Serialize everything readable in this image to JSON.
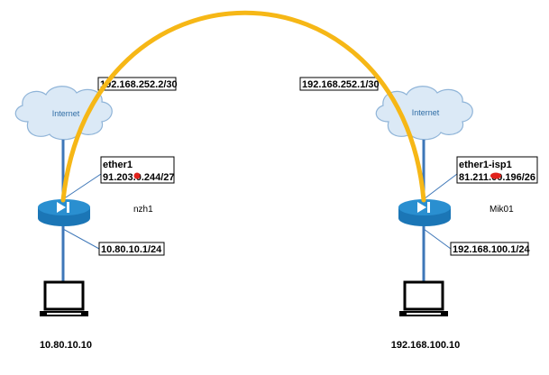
{
  "colors": {
    "tunnel": "#f6b716",
    "link": "#3e77b8",
    "router_body": "#1b76b6",
    "router_top": "#2a8fd0",
    "cloud_fill": "#dbe9f6",
    "cloud_stroke": "#8fb4d8",
    "redaction": "#e0221c"
  },
  "left_site": {
    "cloud_label": "Internet",
    "tunnel_ip": "192.168.252.2/30",
    "wan_interface": "ether1",
    "wan_ip": "91.203.0.244/27",
    "router_name": "nzh1",
    "lan_ip": "10.80.10.1/24",
    "host_ip": "10.80.10.10"
  },
  "right_site": {
    "cloud_label": "Internet",
    "tunnel_ip": "192.168.252.1/30",
    "wan_interface": "ether1-isp1",
    "wan_ip": "81.211.00.196/26",
    "router_name": "Mik01",
    "lan_ip": "192.168.100.1/24",
    "host_ip": "192.168.100.10"
  }
}
